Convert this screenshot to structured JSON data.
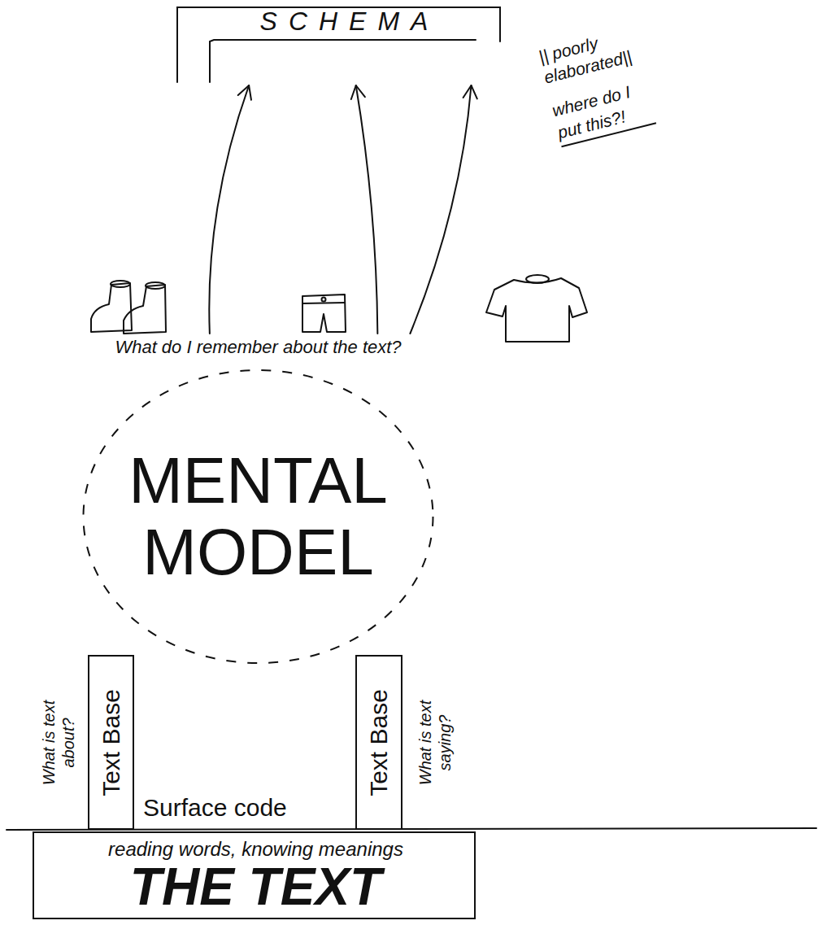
{
  "diagram": {
    "nodes": [
      {
        "text": [
          "SCHEMA"
        ]
      },
      {
        "text": [
          "MENTAL MODEL",
          "What do I remember about the text?"
        ]
      },
      {
        "text": [
          "Text Base",
          "What is text about?"
        ]
      },
      {
        "text": [
          "Text Base",
          "What is text saying?"
        ]
      },
      {
        "text": [
          "reading words, knowing meanings",
          "THE TEXT"
        ]
      }
    ],
    "edges": [
      {
        "from": 1,
        "to": 0,
        "arrow": "to"
      },
      {
        "from": 1,
        "to": 0,
        "arrow": "to"
      },
      {
        "from": 1,
        "to": 0,
        "arrow": "to"
      }
    ],
    "labels": [
      "|| poorly elaborated||",
      "where do I put this?!",
      "Surface code"
    ]
  }
}
